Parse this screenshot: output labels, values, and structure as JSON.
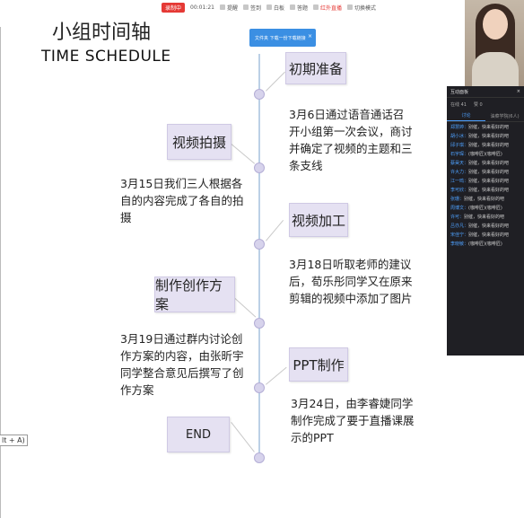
{
  "toolbar": {
    "record": "录制中",
    "time": "00:01:21",
    "items": [
      "提醒",
      "签到",
      "白板",
      "答题",
      "红外直播",
      "切换模式"
    ],
    "tip": "文件夹 下载一份下载链接",
    "tip_close": "×"
  },
  "edge_hint": "lt + A)",
  "title_cn": "小组时间轴",
  "title_en": "TIME SCHEDULE",
  "timeline": {
    "events": [
      {
        "label": "初期准备",
        "desc": "3月6日通过语音通话召开小组第一次会议，商讨并确定了视频的主题和三条支线"
      },
      {
        "label": "视频拍摄",
        "desc": "3月15日我们三人根据各自的内容完成了各自的拍摄"
      },
      {
        "label": "视频加工",
        "desc": "3月18日听取老师的建议后，荀乐彤同学又在原来剪辑的视频中添加了图片"
      },
      {
        "label": "制作创作方案",
        "desc": "3月19日通过群内讨论创作方案的内容，由张昕宇同学整合意见后撰写了创作方案"
      },
      {
        "label": "PPT制作",
        "desc": "3月24日，由李睿婕同学制作完成了要于直播课展示的PPT"
      },
      {
        "label": "END",
        "desc": ""
      }
    ]
  },
  "panel": {
    "title": "互动面板",
    "close": "×",
    "stats": [
      "在线 41",
      "赞 0"
    ],
    "tabs": [
      "讨论",
      "油菜学院(6人)"
    ],
    "messages": [
      {
        "who": "郑慧婷：",
        "text": "别催，快来看好的吧"
      },
      {
        "who": "胡小冰：",
        "text": "别催，快来看好的吧"
      },
      {
        "who": "邱子琪：",
        "text": "别催，快来看好的吧"
      },
      {
        "who": "石宇琛：",
        "text": "(咖啡匠)(咖啡匠)"
      },
      {
        "who": "蔡昊天：",
        "text": "别催，快来看好的吧"
      },
      {
        "who": "许大力：",
        "text": "别催，快来看好的吧"
      },
      {
        "who": "江一鸣：",
        "text": "别催，快来看好的吧"
      },
      {
        "who": "李可欣：",
        "text": "别催，快来看好的吧"
      },
      {
        "who": "张珊：",
        "text": "别催，快来看好的吧"
      },
      {
        "who": "周博文：",
        "text": "(咖啡匠)(咖啡匠)"
      },
      {
        "who": "许可：",
        "text": "别催，快来看好的吧"
      },
      {
        "who": "吕亦凡：",
        "text": "别催，快来看好的吧"
      },
      {
        "who": "宋佳宁：",
        "text": "别催，快来看好的吧"
      },
      {
        "who": "李晓敏：",
        "text": "(咖啡匠)(咖啡匠)"
      }
    ]
  }
}
